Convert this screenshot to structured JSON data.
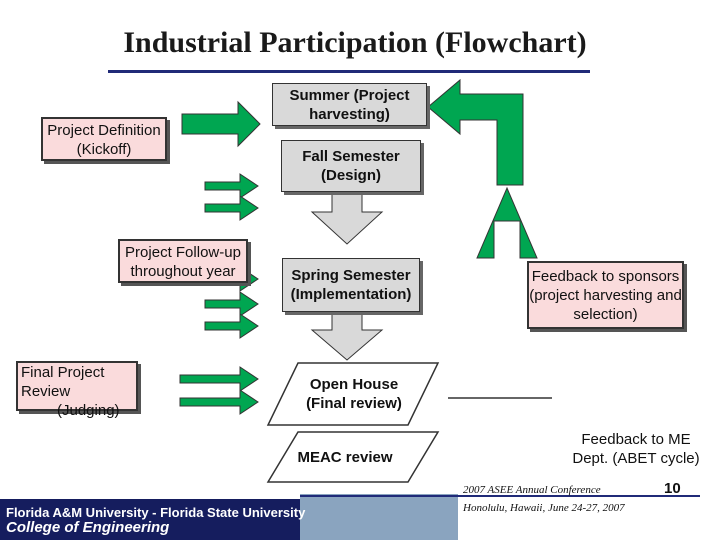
{
  "title": "Industrial Participation (Flowchart)",
  "left_boxes": {
    "definition": "Project Definition (Kickoff)",
    "followup": "Project Follow-up throughout year",
    "final_review_line1": "Final Project",
    "final_review_line2": "Review",
    "final_review_line3": "(Judging)"
  },
  "center_steps": {
    "summer": "Summer (Project harvesting)",
    "fall": "Fall Semester (Design)",
    "spring": "Spring Semester (Implementation)",
    "open_house": "Open House (Final review)",
    "meac": "MEAC review"
  },
  "right_boxes": {
    "sponsors": "Feedback to sponsors (project harvesting and selection)",
    "me_dept": "Feedback to ME Dept. (ABET cycle)"
  },
  "footer": {
    "university": "Florida A&M University - Florida State University",
    "college": "College of Engineering",
    "conference_line1": "2007 ASEE Annual Conference",
    "conference_line2": "Honolulu, Hawaii, June 24-27, 2007",
    "page_number": "10"
  },
  "colors": {
    "arrow_fill": "#00a651",
    "box_fill": "#fadbdc",
    "gray_fill": "#d9d9d9",
    "rule": "#202a78",
    "footer_bar": "#151d5e"
  }
}
